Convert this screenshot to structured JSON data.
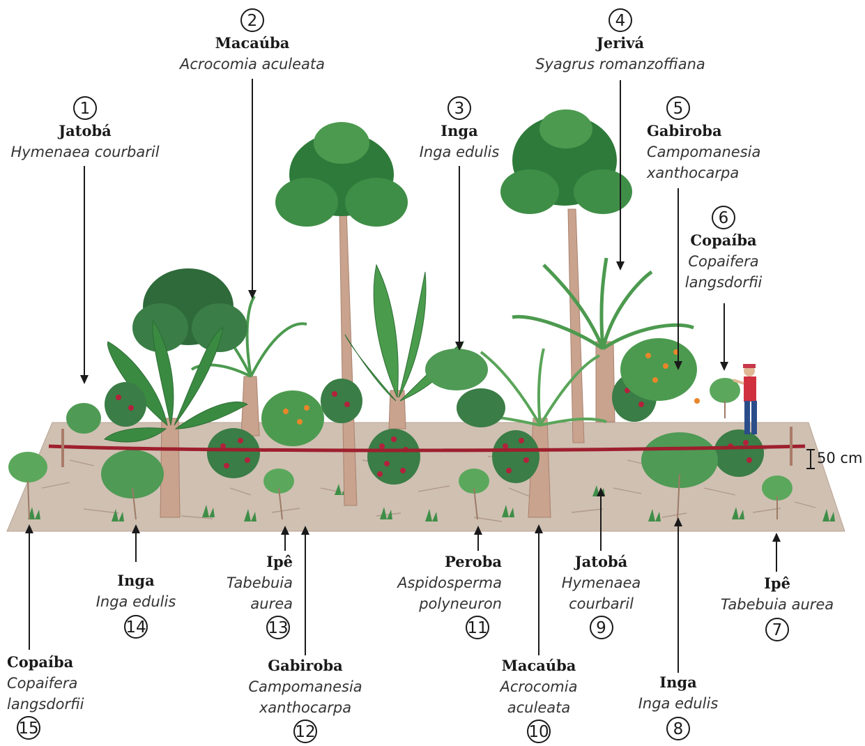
{
  "labels": [
    {
      "number": "1",
      "common": "Jatobá",
      "scientific": [
        "Hymenaea courbaril"
      ]
    },
    {
      "number": "2",
      "common": "Macaúba",
      "scientific": [
        "Acrocomia aculeata"
      ]
    },
    {
      "number": "3",
      "common": "Inga",
      "scientific": [
        "Inga edulis"
      ]
    },
    {
      "number": "4",
      "common": "Jerivá",
      "scientific": [
        "Syagrus romanzoffiana"
      ]
    },
    {
      "number": "5",
      "common": "Gabiroba",
      "scientific": [
        "Campomanesia",
        "xanthocarpa"
      ]
    },
    {
      "number": "6",
      "common": "Copaíba",
      "scientific": [
        "Copaifera",
        "langsdorfii"
      ]
    },
    {
      "number": "7",
      "common": "Ipê",
      "scientific": [
        "Tabebuia aurea"
      ]
    },
    {
      "number": "8",
      "common": "Inga",
      "scientific": [
        "Inga edulis"
      ]
    },
    {
      "number": "9",
      "common": "Jatobá",
      "scientific": [
        "Hymenaea",
        "courbaril"
      ]
    },
    {
      "number": "10",
      "common": "Macaúba",
      "scientific": [
        "Acrocomia",
        "aculeata"
      ]
    },
    {
      "number": "11",
      "common": "Peroba",
      "scientific": [
        "Aspidosperma",
        "polyneuron"
      ]
    },
    {
      "number": "12",
      "common": "Gabiroba",
      "scientific": [
        "Campomanesia",
        "xanthocarpa"
      ]
    },
    {
      "number": "13",
      "common": "Ipê",
      "scientific": [
        "Tabebuia",
        "aurea"
      ]
    },
    {
      "number": "14",
      "common": "Inga",
      "scientific": [
        "Inga edulis"
      ]
    },
    {
      "number": "15",
      "common": "Copaíba",
      "scientific": [
        "Copaifera",
        "langsdorfii"
      ]
    }
  ],
  "scale": {
    "label": "50 cm"
  },
  "colors": {
    "ground": "#cfc0b2",
    "ground_edge": "#b8a596",
    "trunk": "#c9a38e",
    "leaf_dark": "#2e7a3a",
    "leaf_mid": "#4c9a4f",
    "leaf_light": "#7fbf7a",
    "berry_red": "#b3213c",
    "fruit_orange": "#e8862a",
    "rope": "#9e1f2e",
    "ink": "#1a1a1a"
  }
}
